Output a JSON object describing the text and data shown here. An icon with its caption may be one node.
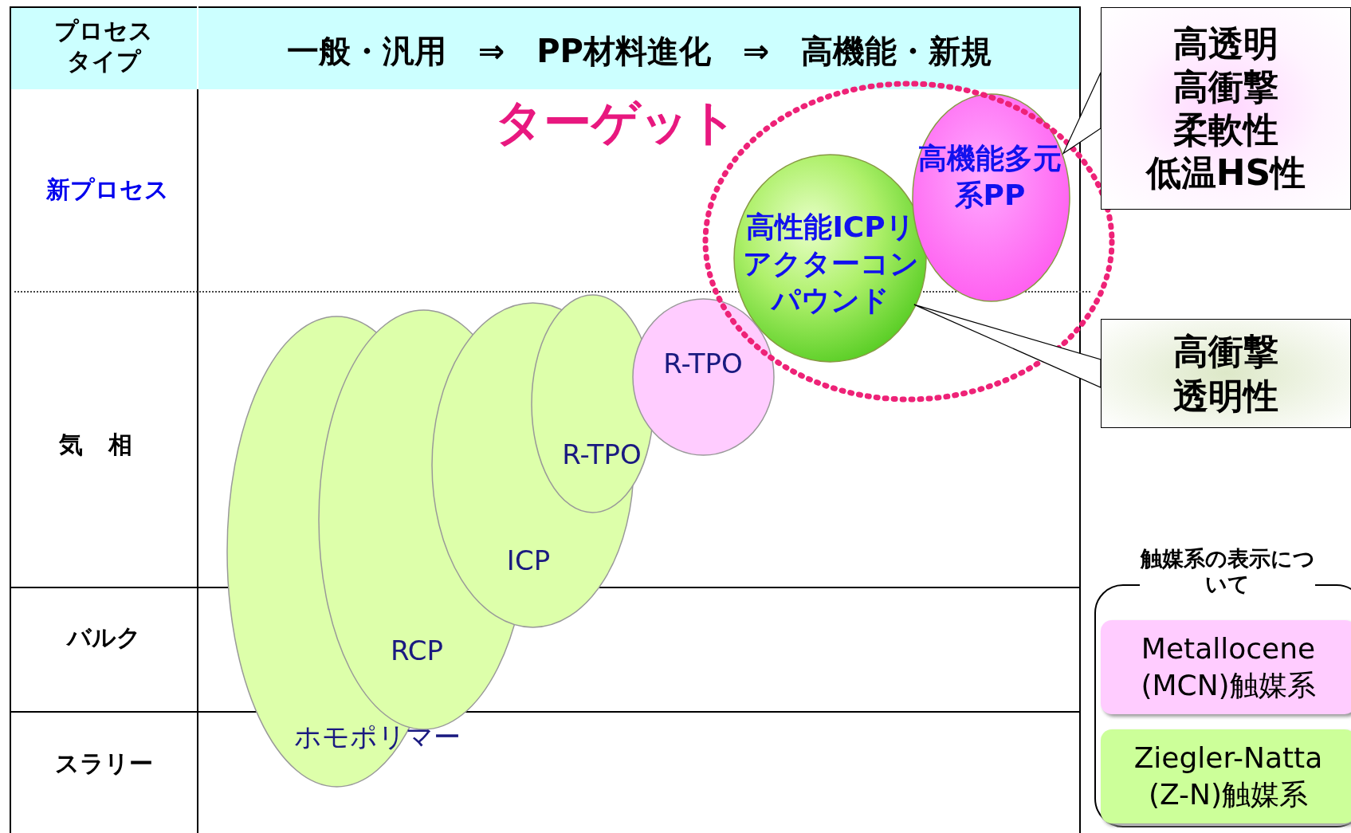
{
  "diagram": {
    "nodes": [
      {
        "text": [
          "ターゲット"
        ]
      },
      {
        "text": [
          "ホモポリマー"
        ]
      },
      {
        "text": [
          "RCP"
        ]
      },
      {
        "text": [
          "ICP"
        ]
      },
      {
        "text": [
          "R-TPO"
        ]
      },
      {
        "text": [
          "R-TPO"
        ]
      },
      {
        "text": [
          "高性能ICPリアクターコンパウンド"
        ],
        "in": 0
      },
      {
        "text": [
          "高機能多元系PP"
        ],
        "in": 0
      },
      {
        "text": [
          "高透明",
          "高衝撃",
          "柔軟性",
          "低温HS性"
        ]
      },
      {
        "text": [
          "高衝撃",
          "透明性"
        ]
      }
    ],
    "edges": [
      {
        "from": 8,
        "to": 7,
        "arrow": "none"
      },
      {
        "from": 9,
        "to": 6,
        "arrow": "none"
      }
    ],
    "labels": [
      "プロセスタイプ",
      "一般・汎用 ⇒ PP材料進化 ⇒ 高機能・新規",
      "新プロセス",
      "気 相",
      "バルク",
      "スラリー",
      "触媒系の表示について"
    ],
    "legend": [
      {
        "text": "Metallocene (MCN)触媒系",
        "color": "#ffccff"
      },
      {
        "text": "Ziegler-Natta (Z-N)触媒系",
        "color": "#ccff99"
      }
    ]
  }
}
